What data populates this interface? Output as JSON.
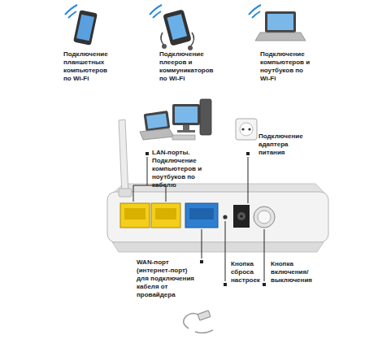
{
  "diagram": {
    "labels": [
      "Подключение планшетных компьютеров по Wi-Fi",
      "Подключение плееров и коммуникаторов по Wi-Fi",
      "Подключение компьютеров и ноутбуков по Wi-Fi",
      "LAN-порты. Подключение компьютеров и ноутбуков по кабелю",
      "Подключение адаптера питания",
      "WAN-порт (интернет-порт) для подключения кабеля от провайдера",
      "Кнопка сброса настроек",
      "Кнопка включения/ выключения"
    ]
  }
}
